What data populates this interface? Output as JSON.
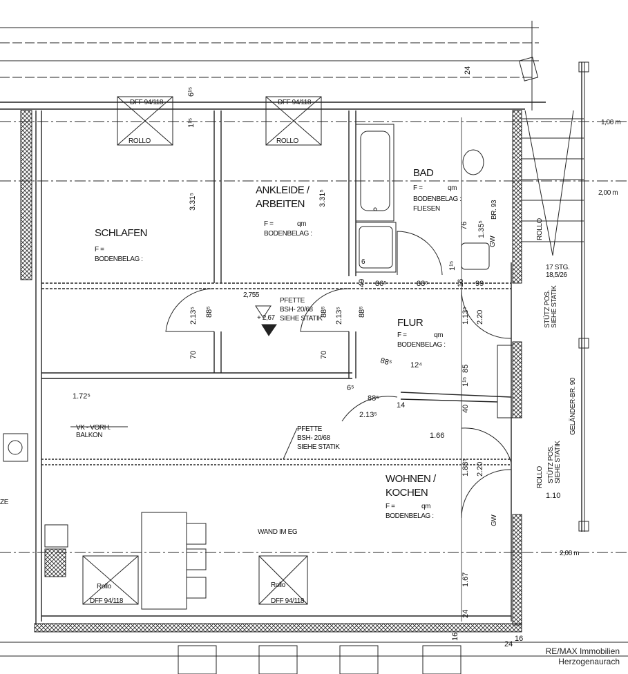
{
  "rooms": {
    "schlafen": "SCHLAFEN",
    "ankleide_1": "ANKLEIDE /",
    "ankleide_2": "ARBEITEN",
    "bad": "BAD",
    "flur": "FLUR",
    "wohnen_1": "WOHNEN /",
    "wohnen_2": "KOCHEN"
  },
  "room_info": {
    "area": "F =",
    "unit": "qm",
    "floor": "BODENBELAG :",
    "bad_floor": "FLIESEN"
  },
  "windows": {
    "dff": "DFF 94/118",
    "rollo_upper": "ROLLO",
    "rollo_lower": "Rollo",
    "rollo_side": "ROLLO"
  },
  "annotations": {
    "pfette_1": "PFETTE",
    "pfette_2": "BSH- 20/68",
    "pfette_3": "SIEHE STATIK",
    "level_1": "2,755",
    "level_2": "+ 2,67",
    "balkon_1": "VK - VORH.",
    "balkon_2": "BALKON",
    "wand": "WAND IM EG",
    "stairs_1": "17 STG.",
    "stairs_2": "18,5/26",
    "stuetz_1": "STÜTZ POS.",
    "stuetz_2": "SIEHE STATIK",
    "gelaender": "GELÄNDER-BR. 90",
    "gw": "GW",
    "br93": "BR. 93",
    "ze": "ZE",
    "six": "6"
  },
  "levels": {
    "l1": "1,00 m",
    "l2": "2,00 m",
    "l3": "2,00 m"
  },
  "dimensions": {
    "d615": "6¹⁵",
    "d115a": "1¹⁵",
    "d3315a": "3.31⁵",
    "d3315b": "3.31⁵",
    "d24a": "24",
    "d885a": "88⁵",
    "d2135a": "2.13⁵",
    "d70a": "70",
    "d885b": "88⁵",
    "d2135b": "2.13⁵",
    "d70b": "70",
    "d885c": "88⁵",
    "d49": "49",
    "d865": "86⁵",
    "d885d": "88⁵",
    "d16a": "16",
    "d99": "99",
    "d76": "76",
    "d1355": "1.35⁵",
    "d115b": "1¹⁵",
    "d1135": "1.13⁵",
    "d220a": "2.20",
    "d885e": "88⁵",
    "d124": "12⁴",
    "d85": "85",
    "d115c": "1¹⁵",
    "d65": "6⁵",
    "d885f": "88⁵",
    "d2135c": "2.13⁵",
    "d14": "14",
    "d40": "40",
    "d1725": "1.72⁵",
    "d166": "1.66",
    "d1885": "1.88⁵",
    "d220b": "2.20",
    "d110": "1.10",
    "d167": "1.67",
    "d24b": "24",
    "d16b": "16",
    "d24c": "24",
    "d16c": "16"
  },
  "watermark": {
    "line1": "RE/MAX Immobilien",
    "line2": "Herzogenaurach"
  }
}
